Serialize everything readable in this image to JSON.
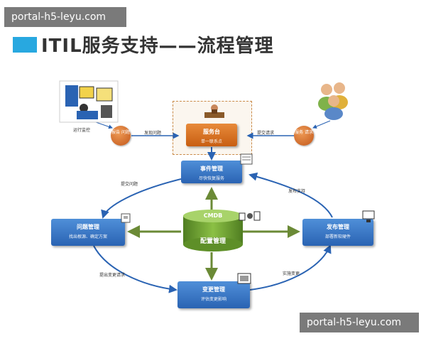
{
  "watermarks": {
    "top": "portal-h5-leyu.com",
    "bottom": "portal-h5-leyu.com"
  },
  "title": "ITIL服务支持——流程管理",
  "nodes": {
    "service_desk": {
      "title": "服务台",
      "sub": "单一联系点"
    },
    "incident": {
      "title": "事件管理",
      "sub": "尽快恢复服务"
    },
    "problem": {
      "title": "问题管理",
      "sub": "找出根源、确定方案"
    },
    "change": {
      "title": "变更管理",
      "sub": "评估变更影响"
    },
    "release": {
      "title": "发布管理",
      "sub": "部署新软硬件"
    },
    "cmdb": {
      "top": "CMDB",
      "label": "配置管理"
    }
  },
  "circles": {
    "left": "报告 问题",
    "right": "服务 请求"
  },
  "labels": {
    "ops_monitor": "运行监控",
    "left_arrow": "发现问题",
    "right_arrow": "提交请求",
    "submit_problem": "提交问题",
    "submit_change": "提出变更请求",
    "release_support": "发布支持",
    "release_change": "实施变更"
  },
  "colors": {
    "accent": "#28a8e0",
    "orange": "#d9701f",
    "blue": "#3570c2",
    "green": "#6b9a2e"
  }
}
